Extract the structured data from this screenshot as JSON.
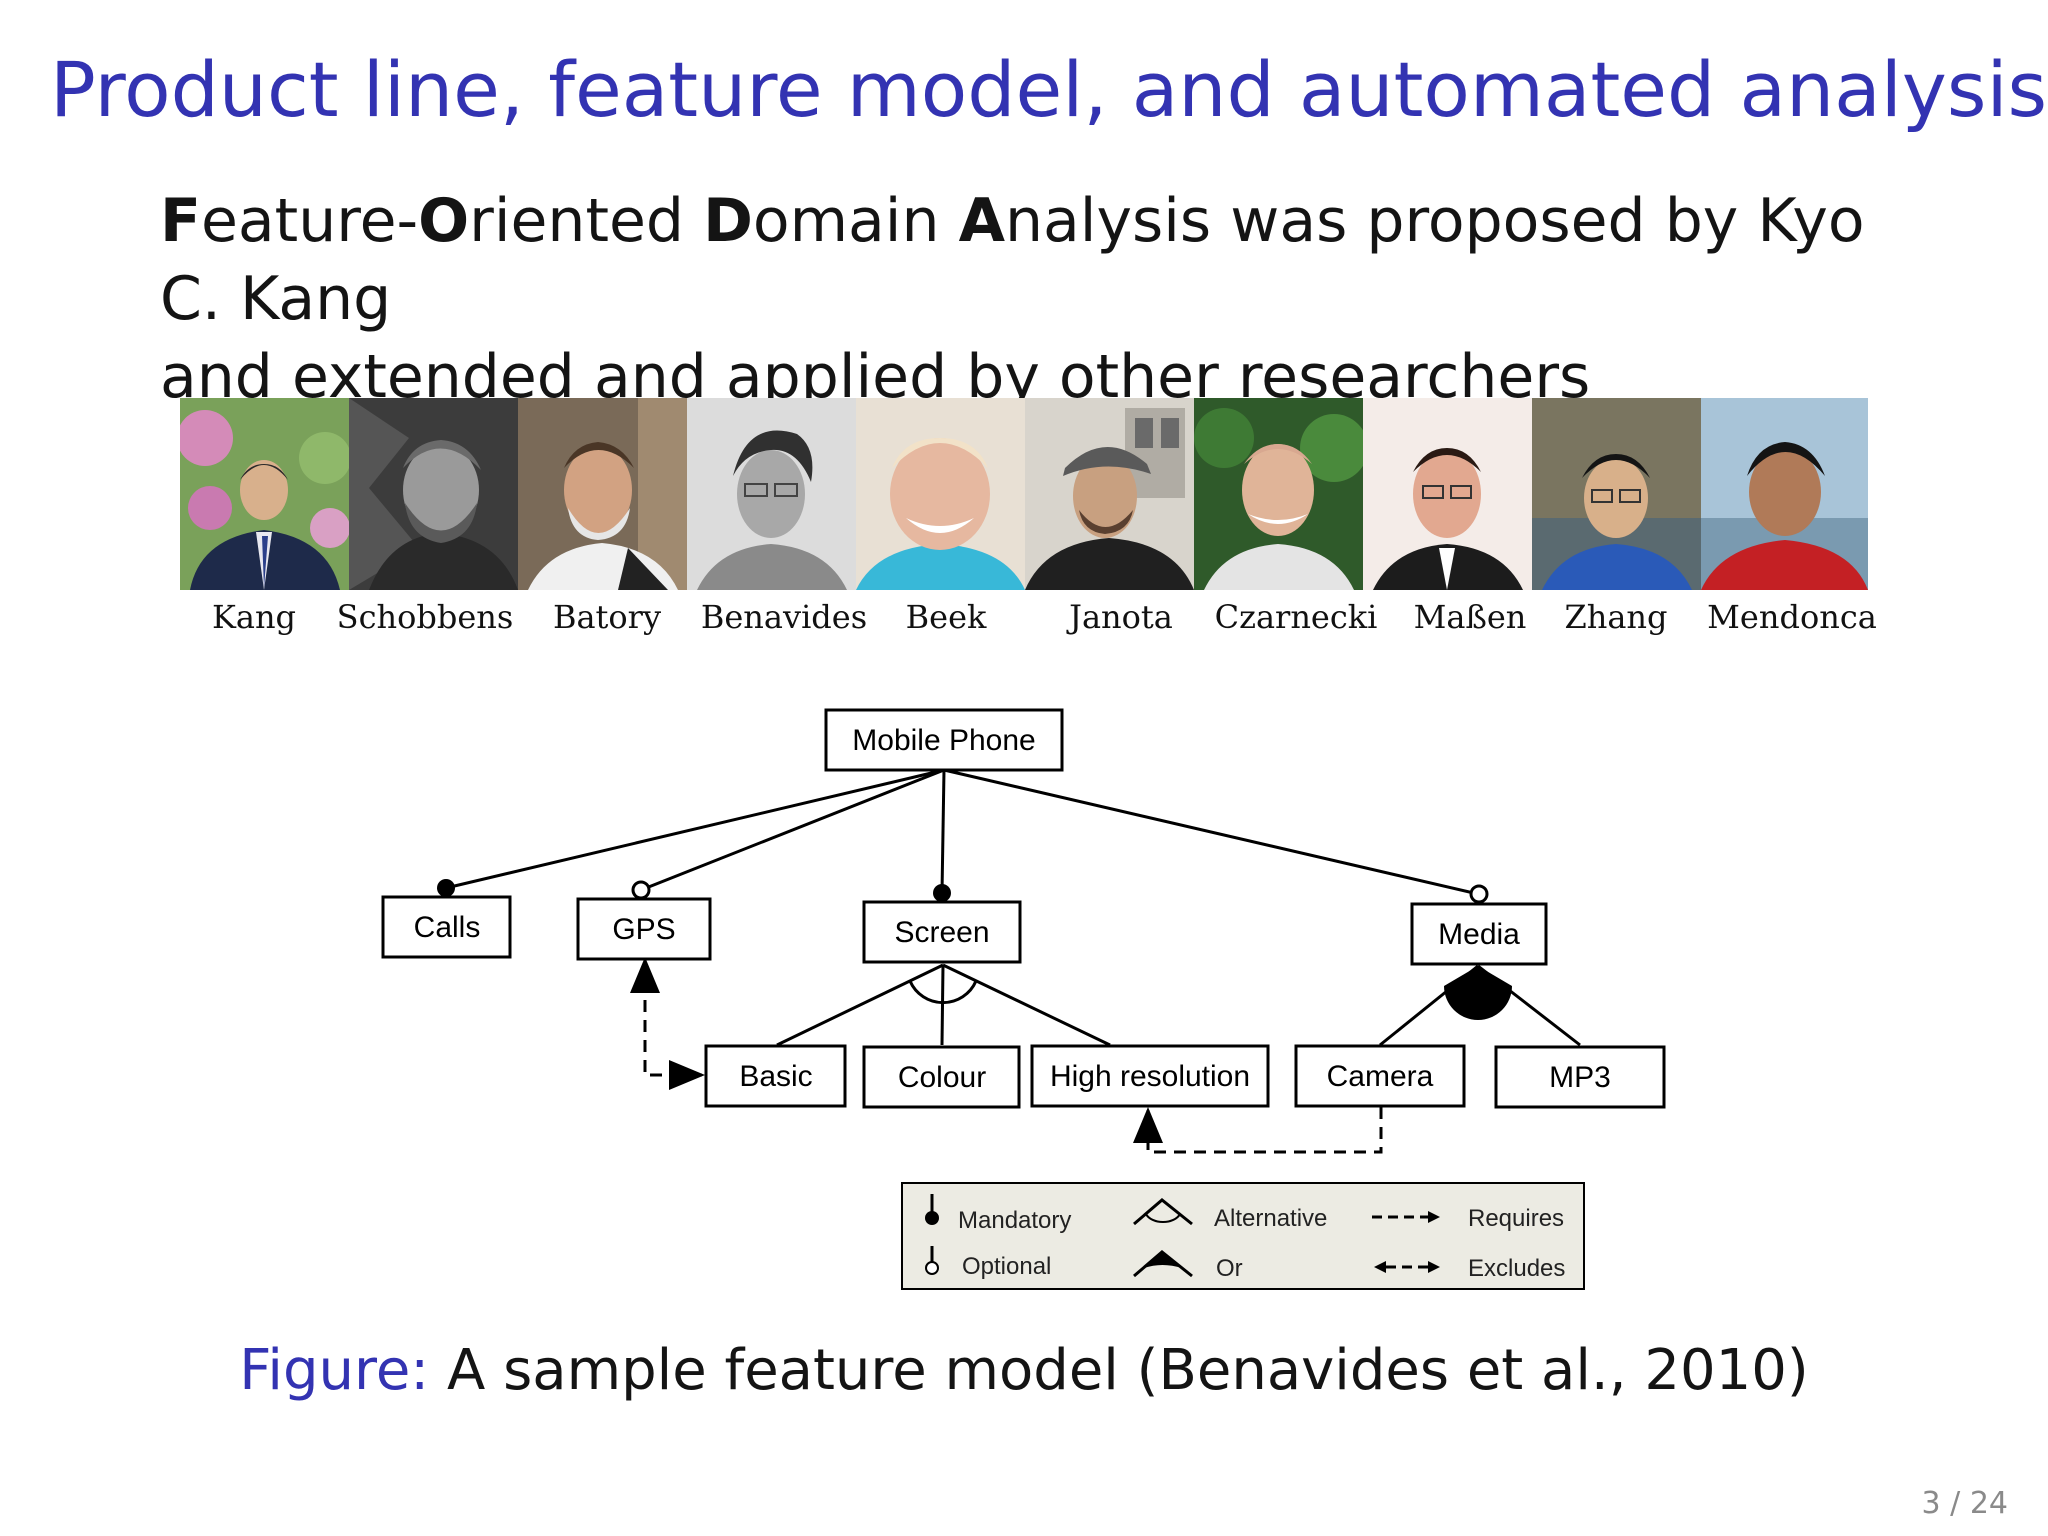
{
  "slide": {
    "title": "Product line, feature model, and automated analysis",
    "intro": {
      "line1": {
        "F": "F",
        "eature": "eature-",
        "O": "O",
        "riented": "riented ",
        "D": "D",
        "omain": "omain ",
        "A": "A",
        "rest": "nalysis was proposed by Kyo C. Kang"
      },
      "line2": "and extended and applied by other researchers"
    },
    "researchers": [
      "Kang",
      "Schobbens",
      "Batory",
      "Benavides",
      "Beek",
      "Janota",
      "Czarnecki",
      "Maßen",
      "Zhang",
      "Mendonca"
    ],
    "feature_model": {
      "root": "Mobile Phone",
      "features": {
        "calls": "Calls",
        "gps": "GPS",
        "screen": "Screen",
        "media": "Media",
        "basic": "Basic",
        "colour": "Colour",
        "high_resolution": "High resolution",
        "camera": "Camera",
        "mp3": "MP3"
      },
      "legend": {
        "mandatory": "Mandatory",
        "optional": "Optional",
        "alternative": "Alternative",
        "or": "Or",
        "requires": "Requires",
        "excludes": "Excludes"
      }
    },
    "caption": {
      "label": "Figure:",
      "text": "A sample feature model (Benavides et al., 2010)"
    },
    "page": "3 / 24",
    "colors": {
      "title": "#3333b2",
      "text": "#141414",
      "page_number": "#8a8a8a"
    }
  }
}
